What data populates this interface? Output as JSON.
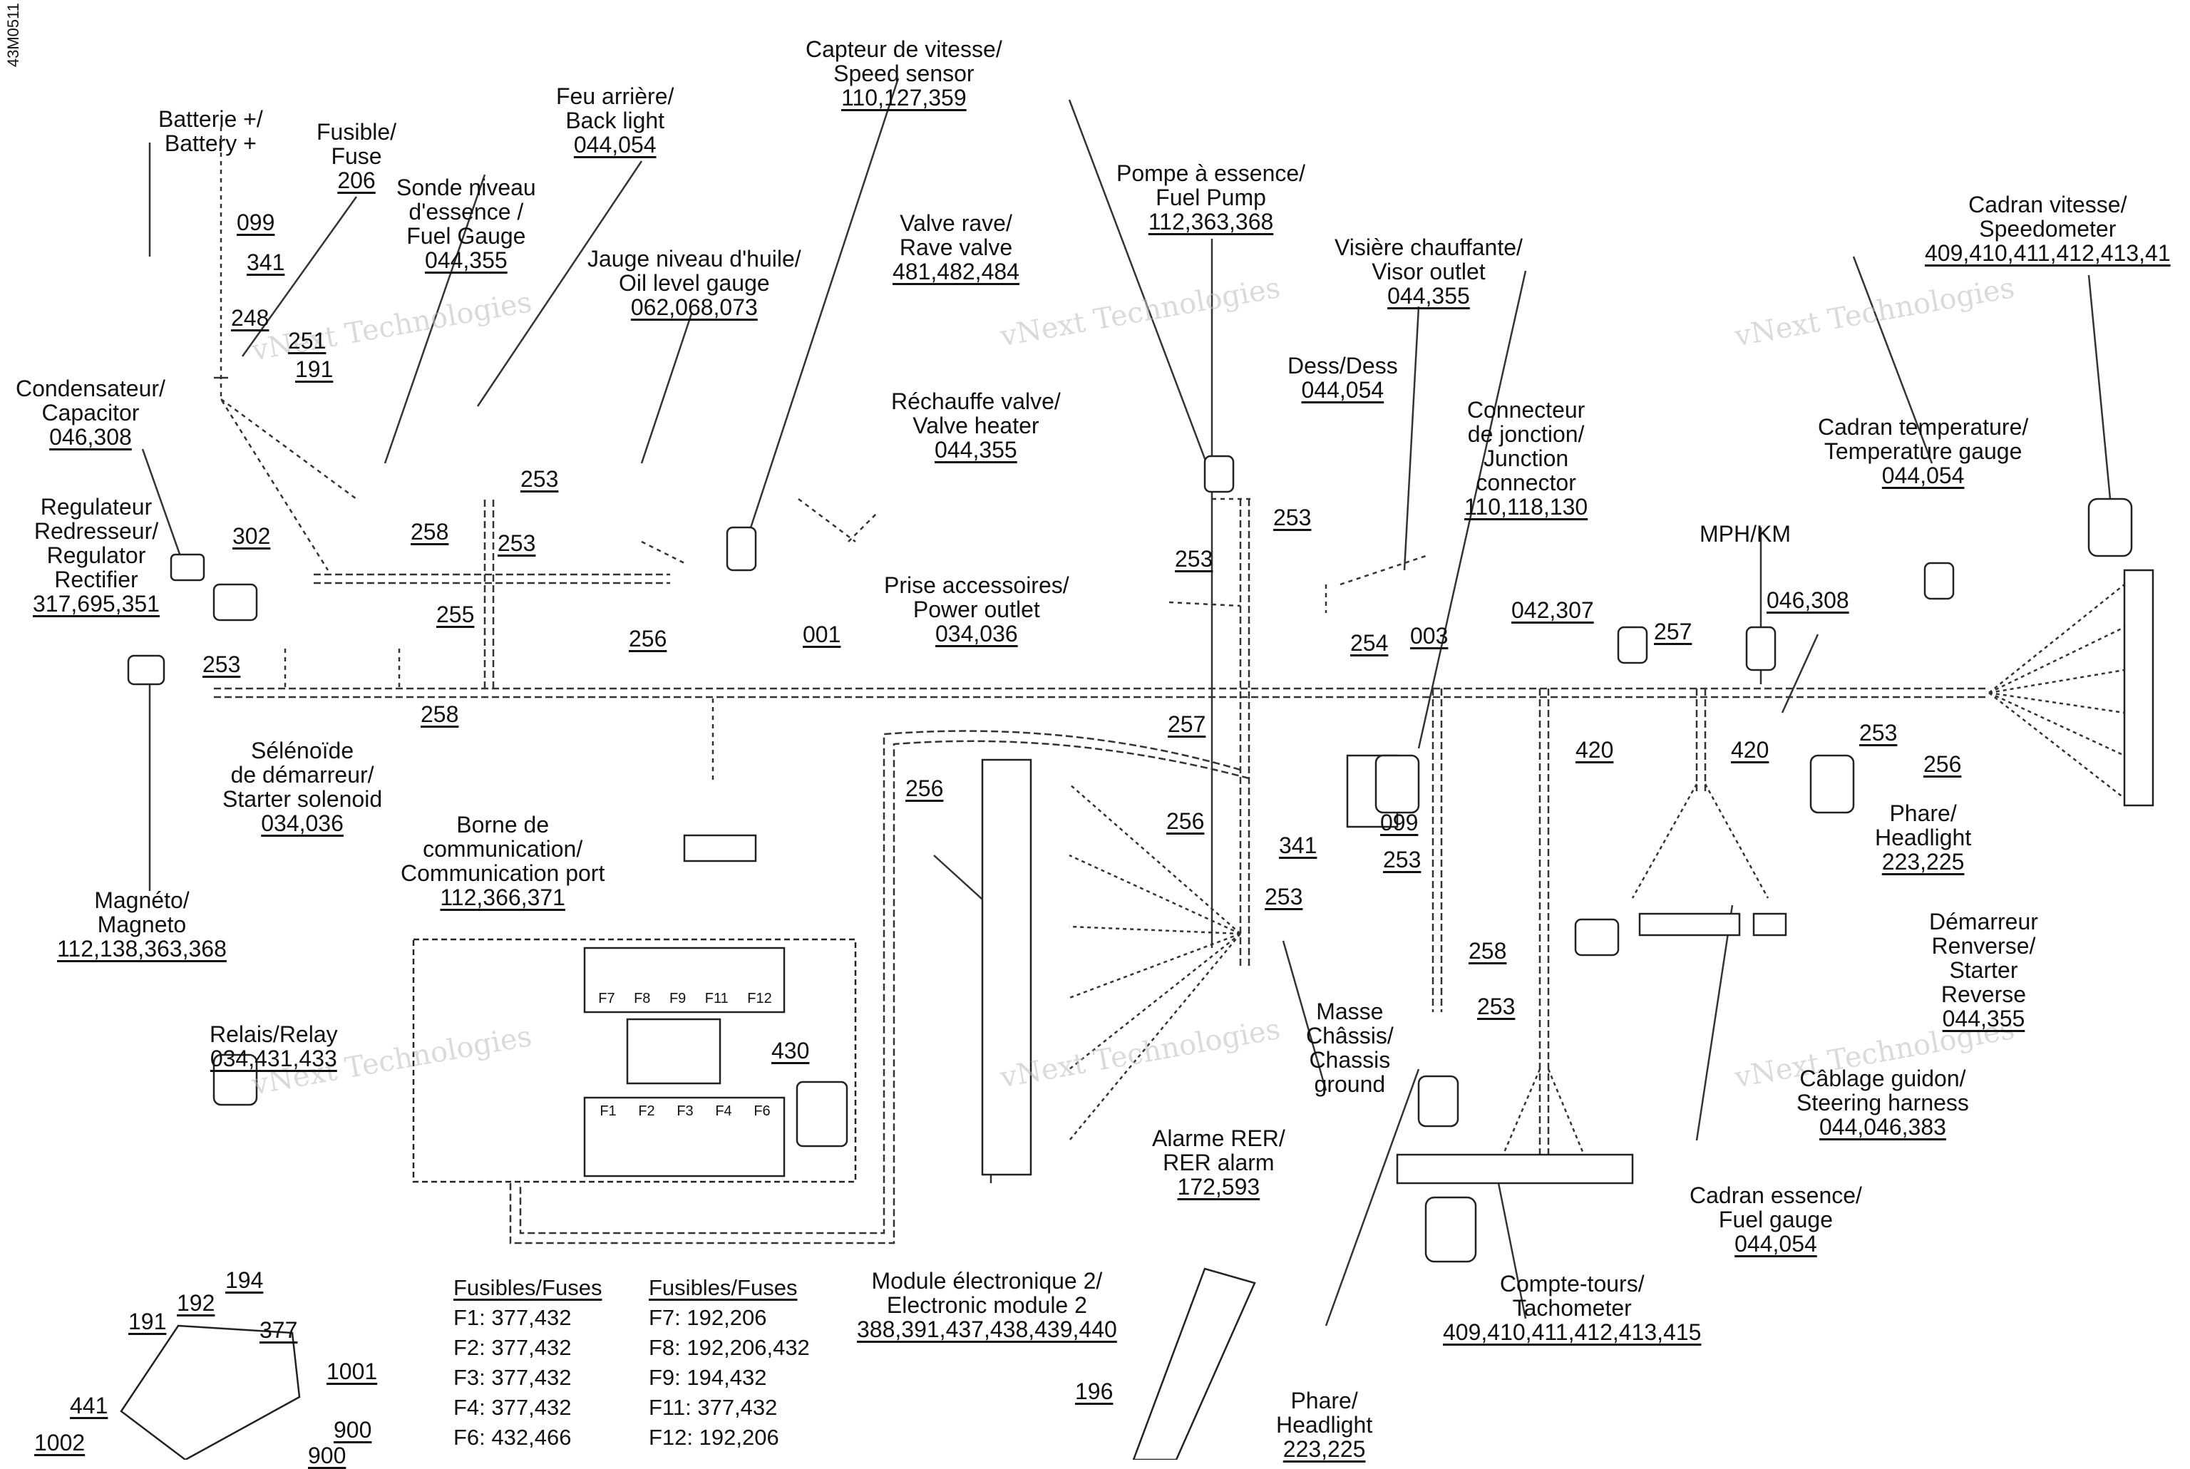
{
  "doc_id": "43M0511",
  "watermark": "vNext Technologies",
  "labels": {
    "speed_sensor": {
      "line1": "Capteur de vitesse/",
      "line2": "Speed sensor",
      "refs": "110,127,359"
    },
    "back_light": {
      "line1": "Feu arrière/",
      "line2": "Back light",
      "refs": "044,054"
    },
    "battery": {
      "line1": "Batterie +/",
      "line2": "Battery +"
    },
    "fuse": {
      "line1": "Fusible/",
      "line2": "Fuse",
      "refs": "206"
    },
    "fuel_gauge_sensor": {
      "line1": "Sonde niveau",
      "line2": "d'essence /",
      "line3": "Fuel Gauge",
      "refs": "044,355"
    },
    "oil_level_gauge": {
      "line1": "Jauge niveau d'huile/",
      "line2": "Oil level gauge",
      "refs": "062,068,073"
    },
    "rave_valve": {
      "line1": "Valve rave/",
      "line2": "Rave valve",
      "refs": "481,482,484"
    },
    "fuel_pump": {
      "line1": "Pompe à essence/",
      "line2": "Fuel Pump",
      "refs": "112,363,368"
    },
    "visor_outlet": {
      "line1": "Visière chauffante/",
      "line2": "Visor outlet",
      "refs": "044,355"
    },
    "speedometer": {
      "line1": "Cadran vitesse/",
      "line2": "Speedometer",
      "refs": "409,410,411,412,413,41"
    },
    "capacitor": {
      "line1": "Condensateur/",
      "line2": "Capacitor",
      "refs": "046,308"
    },
    "valve_heater": {
      "line1": "Réchauffe valve/",
      "line2": "Valve heater",
      "refs": "044,355"
    },
    "dess": {
      "line1": "Dess/Dess",
      "refs": "044,054"
    },
    "junction_connector": {
      "line1": "Connecteur",
      "line2": "de jonction/",
      "line3": "Junction",
      "line4": "connector",
      "refs": "110,118,130"
    },
    "temperature_gauge": {
      "line1": "Cadran temperature/",
      "line2": "Temperature gauge",
      "refs": "044,054"
    },
    "regulator": {
      "line1": "Regulateur",
      "line2": "Redresseur/",
      "line3": "Regulator",
      "line4": "Rectifier",
      "refs": "317,695,351"
    },
    "power_outlet": {
      "line1": "Prise accessoires/",
      "line2": "Power outlet",
      "refs": "034,036"
    },
    "mph_km": {
      "line1": "MPH/KM"
    },
    "starter_solenoid": {
      "line1": "Sélénoïde",
      "line2": "de démarreur/",
      "line3": "Starter solenoid",
      "refs": "034,036"
    },
    "headlight_right": {
      "line1": "Phare/",
      "line2": "Headlight",
      "refs": "223,225"
    },
    "communication_port": {
      "line1": "Borne de",
      "line2": "communication/",
      "line3": "Communication port",
      "refs": "112,366,371"
    },
    "magneto": {
      "line1": "Magnéto/",
      "line2": "Magneto",
      "refs": "112,138,363,368"
    },
    "starter_reverse": {
      "line1": "Démarreur",
      "line2": "Renverse/",
      "line3": "Starter",
      "line4": "Reverse",
      "refs": "044,355"
    },
    "relay": {
      "line1": "Relais/Relay",
      "refs": "034,431,433"
    },
    "chassis_ground": {
      "line1": "Masse",
      "line2": "Châssis/",
      "line3": "Chassis",
      "line4": "ground"
    },
    "rer_alarm": {
      "line1": "Alarme RER/",
      "line2": "RER alarm",
      "refs": "172,593"
    },
    "steering_harness": {
      "line1": "Câblage guidon/",
      "line2": "Steering harness",
      "refs": "044,046,383"
    },
    "fuel_gauge_dial": {
      "line1": "Cadran essence/",
      "line2": "Fuel gauge",
      "refs": "044,054"
    },
    "electronic_module": {
      "line1": "Module électronique 2/",
      "line2": "Electronic module 2",
      "refs": "388,391,437,438,439,440"
    },
    "tachometer": {
      "line1": "Compte-tours/",
      "line2": "Tachometer",
      "refs": "409,410,411,412,413,415"
    },
    "headlight_bottom": {
      "line1": "Phare/",
      "line2": "Headlight",
      "refs": "223,225"
    }
  },
  "refs": [
    "099",
    "341",
    "248",
    "251",
    "191",
    "302",
    "253",
    "258",
    "253",
    "255",
    "253",
    "258",
    "256",
    "001",
    "253",
    "253",
    "254",
    "003",
    "257",
    "042,307",
    "046,308",
    "420",
    "420",
    "256",
    "253",
    "257",
    "256",
    "256",
    "099",
    "341",
    "253",
    "253",
    "253",
    "258",
    "430",
    "196",
    "192",
    "194",
    "191",
    "377",
    "1001",
    "441",
    "900",
    "1002",
    "900"
  ],
  "fuses_left": {
    "title": "Fusibles/Fuses",
    "rows": [
      "F1: 377,432",
      "F2: 377,432",
      "F3: 377,432",
      "F4: 377,432",
      "F6: 432,466"
    ]
  },
  "fuses_right": {
    "title": "Fusibles/Fuses",
    "rows": [
      "F7: 192,206",
      "F8: 192,206,432",
      "F9: 194,432",
      "F11: 377,432",
      "F12: 192,206"
    ]
  },
  "fusebox_top": [
    "F7",
    "F8",
    "F9",
    "F11",
    "F12"
  ],
  "fusebox_bottom": [
    "F1",
    "F2",
    "F3",
    "F4",
    "F6"
  ]
}
